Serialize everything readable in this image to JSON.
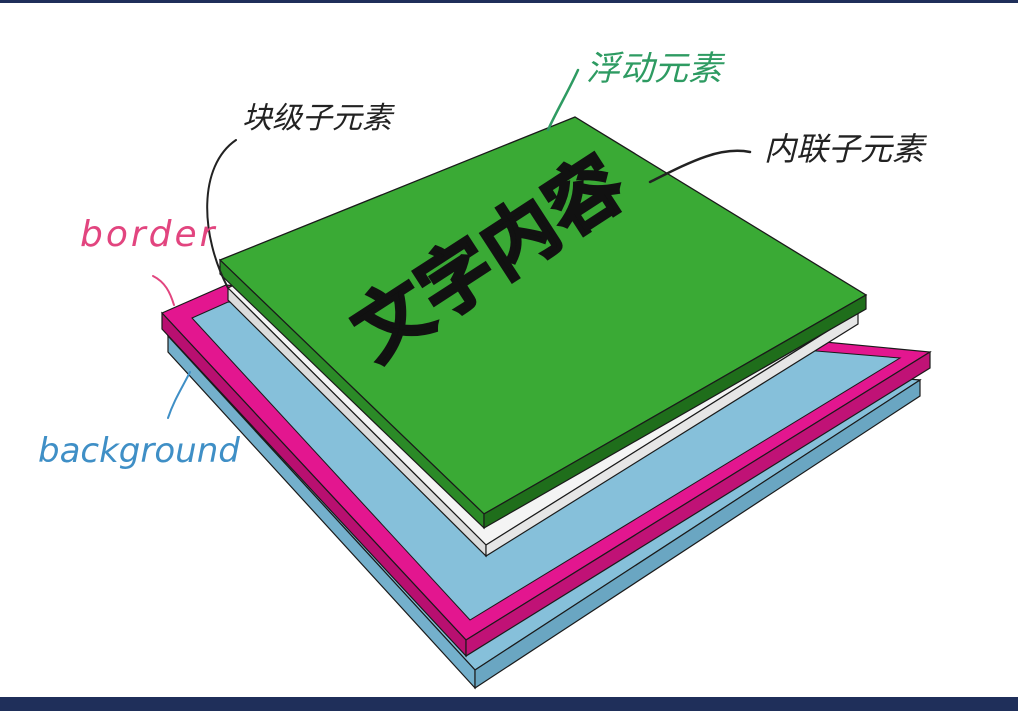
{
  "labels": {
    "floating": "浮动元素",
    "block_child": "块级子元素",
    "inline_child": "内联子元素",
    "border": "border",
    "background": "background",
    "text_content": "文字内容"
  },
  "colors": {
    "floating_green": "#3aaa35",
    "floating_green_side": "#1f6e1b",
    "block_white": "#f4f4f4",
    "border_magenta": "#e3168f",
    "background_blue": "#86c0da",
    "label_green": "#2e9b62",
    "label_pink": "#e2457f",
    "label_blue": "#3f8fc6",
    "label_black": "#222222",
    "frame_navy": "#1f2f5a"
  }
}
